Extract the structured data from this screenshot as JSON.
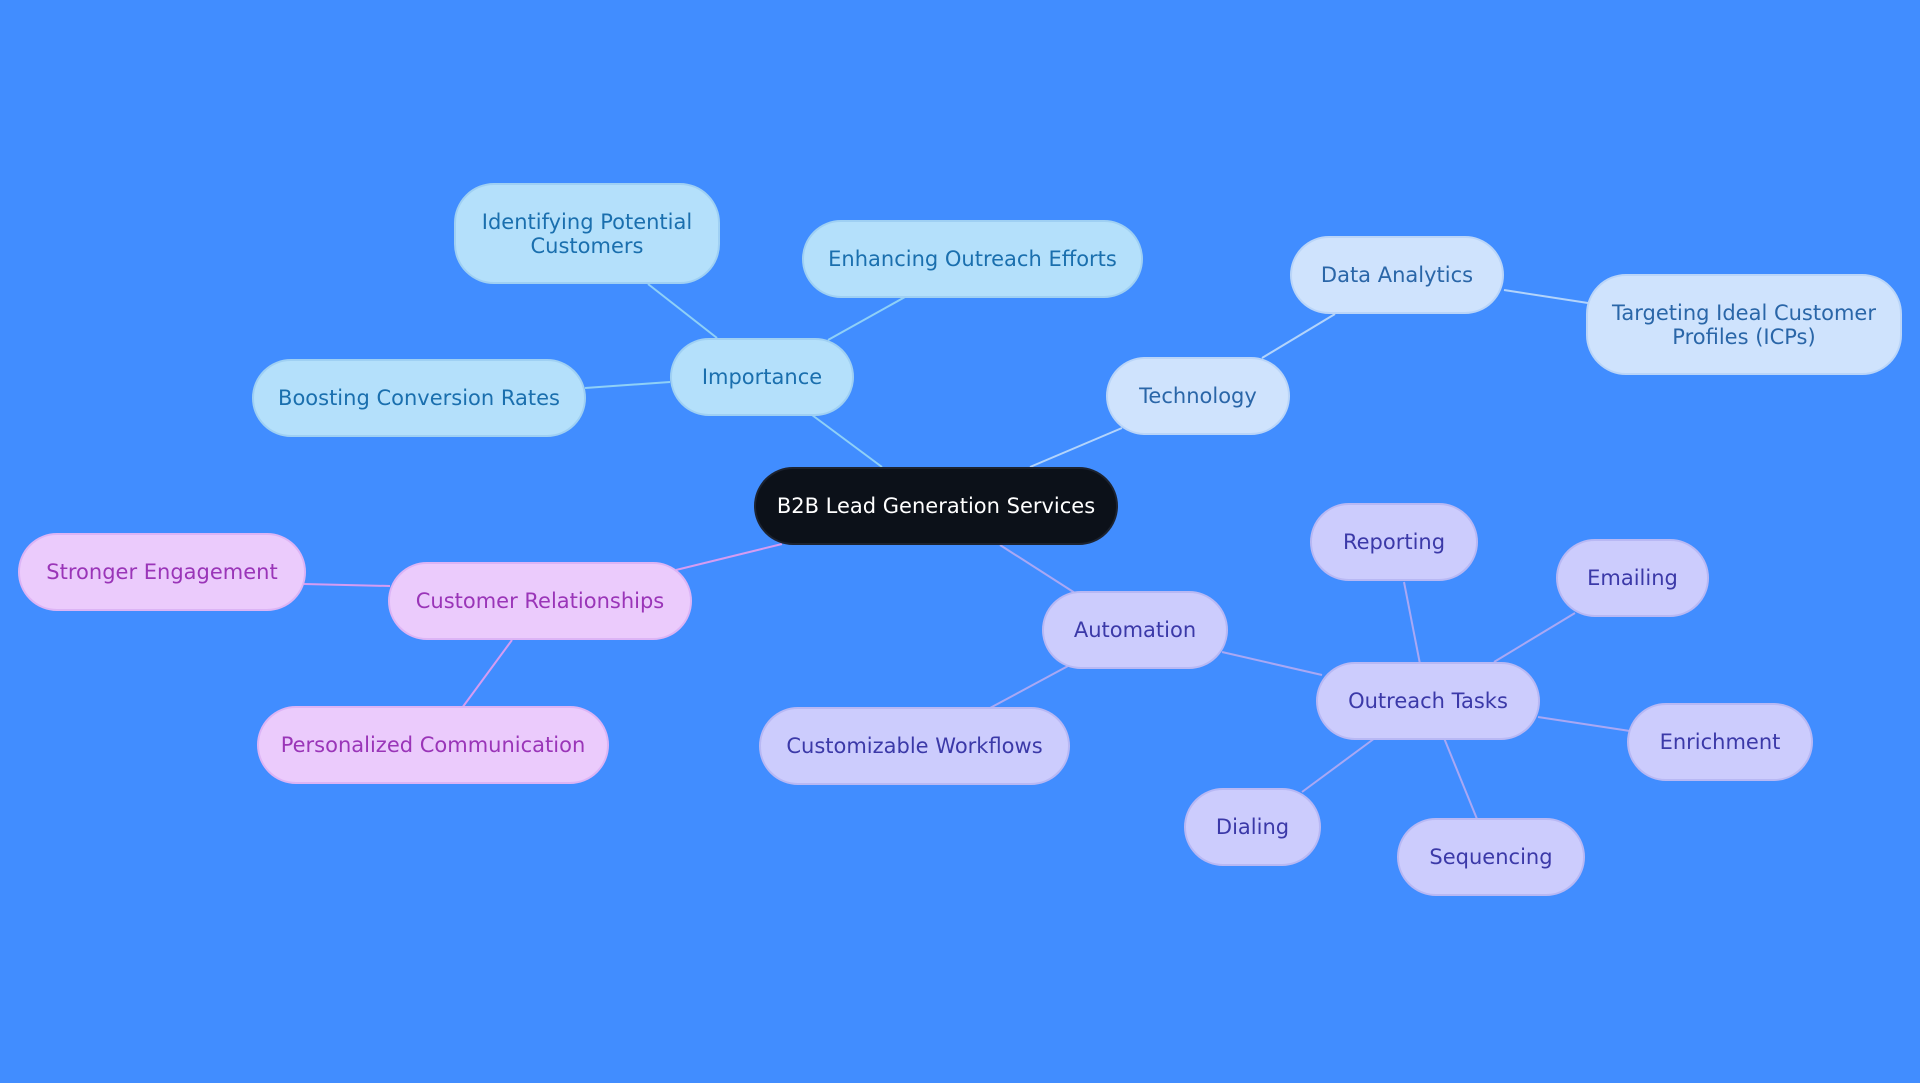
{
  "colors": {
    "background": "#418dff",
    "root": "#0c1119",
    "importance_branch": "#b4e0fb",
    "technology_branch": "#cfe3fd",
    "automation_branch": "#ccccfd",
    "relationships_branch": "#ebcbfc"
  },
  "root": {
    "label": "B2B Lead Generation Services"
  },
  "importance": {
    "label": "Importance",
    "children": {
      "identifying": "Identifying Potential Customers",
      "enhancing": "Enhancing Outreach Efforts",
      "boosting": "Boosting Conversion Rates"
    }
  },
  "technology": {
    "label": "Technology",
    "data_analytics": {
      "label": "Data Analytics",
      "targeting": "Targeting Ideal Customer Profiles (ICPs)"
    }
  },
  "relationships": {
    "label": "Customer Relationships",
    "children": {
      "engagement": "Stronger Engagement",
      "communication": "Personalized Communication"
    }
  },
  "automation": {
    "label": "Automation",
    "workflows": "Customizable Workflows",
    "outreach_tasks": {
      "label": "Outreach Tasks",
      "children": {
        "reporting": "Reporting",
        "emailing": "Emailing",
        "enrichment": "Enrichment",
        "sequencing": "Sequencing",
        "dialing": "Dialing"
      }
    }
  }
}
